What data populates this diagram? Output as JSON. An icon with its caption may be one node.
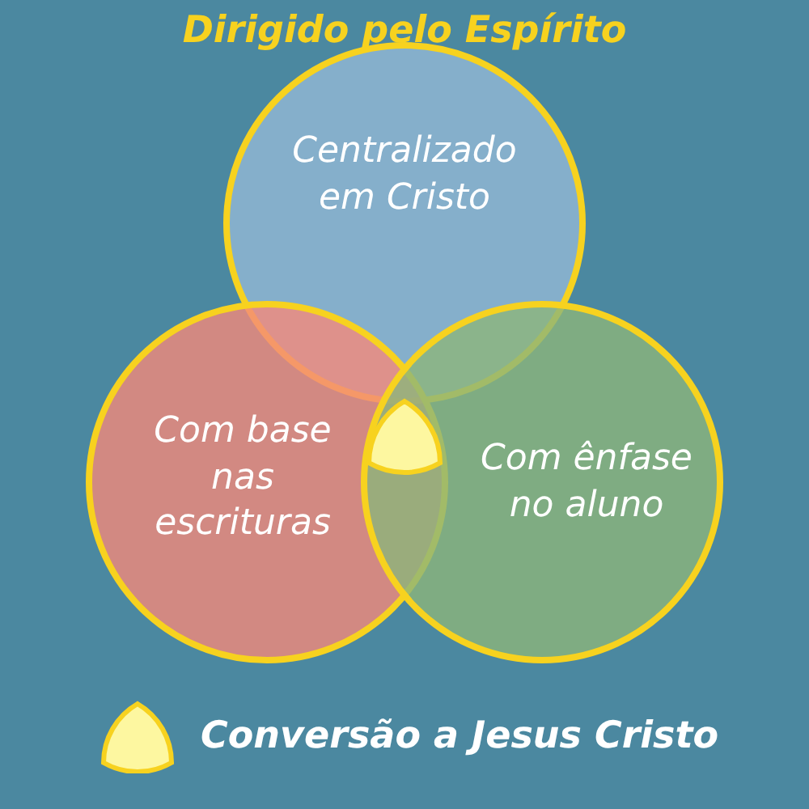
{
  "diagram": {
    "title": "Dirigido pelo Espírito",
    "nodes": [
      {
        "text": [
          "Centralizado em Cristo"
        ]
      },
      {
        "text": [
          "Com base nas escrituras"
        ]
      },
      {
        "text": [
          "Com ênfase no aluno"
        ]
      }
    ],
    "legend": [
      {
        "text": "Conversão a Jesus Cristo"
      }
    ]
  }
}
